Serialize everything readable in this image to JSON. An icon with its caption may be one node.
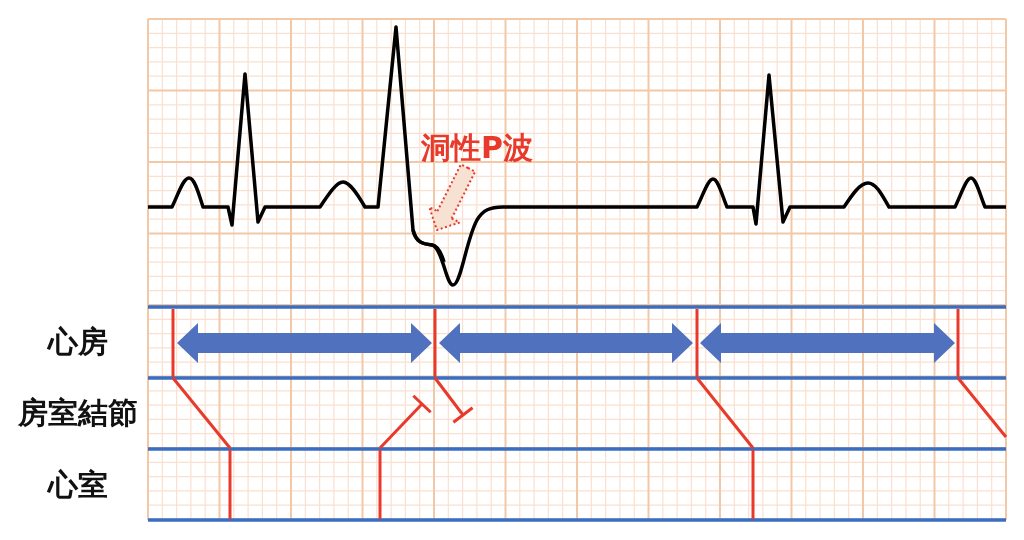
{
  "diagram": {
    "nodes": [
      {
        "text": [
          "洞性P波"
        ]
      },
      {
        "text": [],
        "shape": "curve"
      }
    ],
    "edges": [
      {
        "from": 0,
        "to": 1,
        "arrow": "to",
        "style": "dashed"
      }
    ],
    "labels": [
      "心房",
      "房室結節",
      "心室"
    ]
  }
}
